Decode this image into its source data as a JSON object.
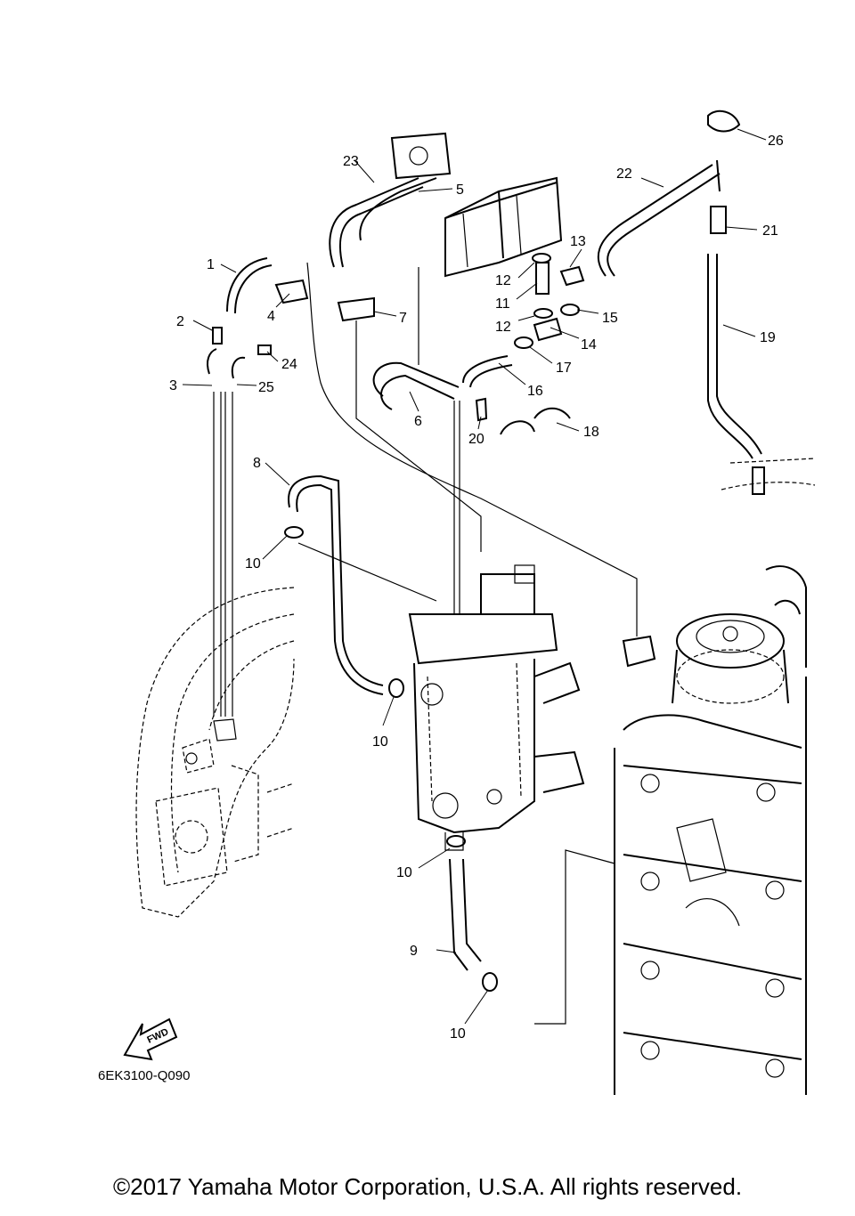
{
  "diagram": {
    "drawing_code": "6EK3100-Q090",
    "fwd_label": "FWD",
    "copyright": "©2017 Yamaha Motor Corporation, U.S.A. All rights reserved.",
    "callouts": [
      {
        "id": "c1",
        "label": "1"
      },
      {
        "id": "c2",
        "label": "2"
      },
      {
        "id": "c3",
        "label": "3"
      },
      {
        "id": "c4",
        "label": "4"
      },
      {
        "id": "c5",
        "label": "5"
      },
      {
        "id": "c6",
        "label": "6"
      },
      {
        "id": "c7",
        "label": "7"
      },
      {
        "id": "c8",
        "label": "8"
      },
      {
        "id": "c9",
        "label": "9"
      },
      {
        "id": "c10a",
        "label": "10"
      },
      {
        "id": "c10b",
        "label": "10"
      },
      {
        "id": "c10c",
        "label": "10"
      },
      {
        "id": "c10d",
        "label": "10"
      },
      {
        "id": "c11",
        "label": "11"
      },
      {
        "id": "c12a",
        "label": "12"
      },
      {
        "id": "c12b",
        "label": "12"
      },
      {
        "id": "c13",
        "label": "13"
      },
      {
        "id": "c14",
        "label": "14"
      },
      {
        "id": "c15",
        "label": "15"
      },
      {
        "id": "c16",
        "label": "16"
      },
      {
        "id": "c17",
        "label": "17"
      },
      {
        "id": "c18",
        "label": "18"
      },
      {
        "id": "c19",
        "label": "19"
      },
      {
        "id": "c20",
        "label": "20"
      },
      {
        "id": "c21",
        "label": "21"
      },
      {
        "id": "c22",
        "label": "22"
      },
      {
        "id": "c23",
        "label": "23"
      },
      {
        "id": "c24",
        "label": "24"
      },
      {
        "id": "c25",
        "label": "25"
      },
      {
        "id": "c26",
        "label": "26"
      }
    ]
  }
}
